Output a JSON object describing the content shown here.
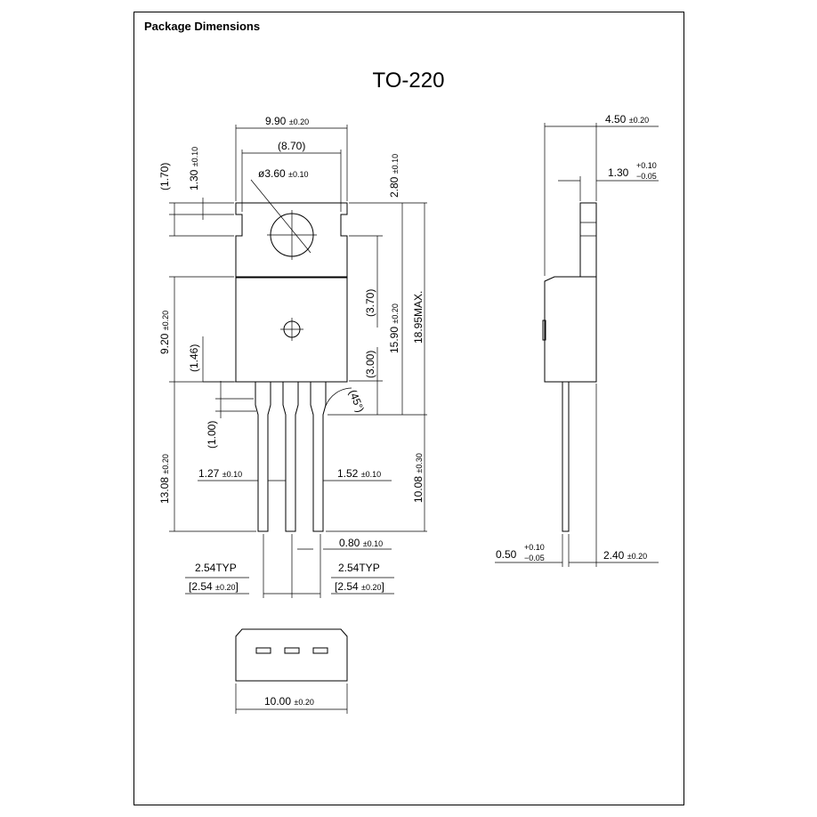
{
  "header": {
    "title": "Package Dimensions"
  },
  "package": {
    "name": "TO-220"
  },
  "dims": {
    "d_9_90": {
      "v": "9.90",
      "t": "±0.20"
    },
    "d_8_70": {
      "v": "(8.70)"
    },
    "d_hole": {
      "v": "ø3.60",
      "t": "±0.10"
    },
    "d_1_70": {
      "v": "(1.70)"
    },
    "d_1_30": {
      "v": "1.30",
      "t": "±0.10"
    },
    "d_2_80": {
      "v": "2.80",
      "t": "±0.10"
    },
    "d_3_70": {
      "v": "(3.70)"
    },
    "d_15_90": {
      "v": "15.90",
      "t": "±0.20"
    },
    "d_18_95": {
      "v": "18.95MAX."
    },
    "d_9_20": {
      "v": "9.20",
      "t": "±0.20"
    },
    "d_1_46": {
      "v": "(1.46)"
    },
    "d_3_00": {
      "v": "(3.00)"
    },
    "d_45": {
      "v": "(45°)"
    },
    "d_1_00": {
      "v": "(1.00)"
    },
    "d_13_08": {
      "v": "13.08",
      "t": "±0.20"
    },
    "d_1_27": {
      "v": "1.27",
      "t": "±0.10"
    },
    "d_1_52": {
      "v": "1.52",
      "t": "±0.10"
    },
    "d_10_08": {
      "v": "10.08",
      "t": "±0.30"
    },
    "d_0_80": {
      "v": "0.80",
      "t": "±0.10"
    },
    "d_254_l": {
      "v": "2.54TYP",
      "sub": "[2.54",
      "t": "±0.20",
      "end": "]"
    },
    "d_254_r": {
      "v": "2.54TYP",
      "sub": "[2.54",
      "t": "±0.20",
      "end": "]"
    },
    "d_10_00": {
      "v": "10.00",
      "t": "±0.20"
    },
    "d_4_50": {
      "v": "4.50",
      "t": "±0.20"
    },
    "d_1_30s": {
      "v": "1.30",
      "tp": "+0.10",
      "tm": "−0.05"
    },
    "d_0_50": {
      "v": "0.50",
      "tp": "+0.10",
      "tm": "−0.05"
    },
    "d_2_40": {
      "v": "2.40",
      "t": "±0.20"
    }
  }
}
